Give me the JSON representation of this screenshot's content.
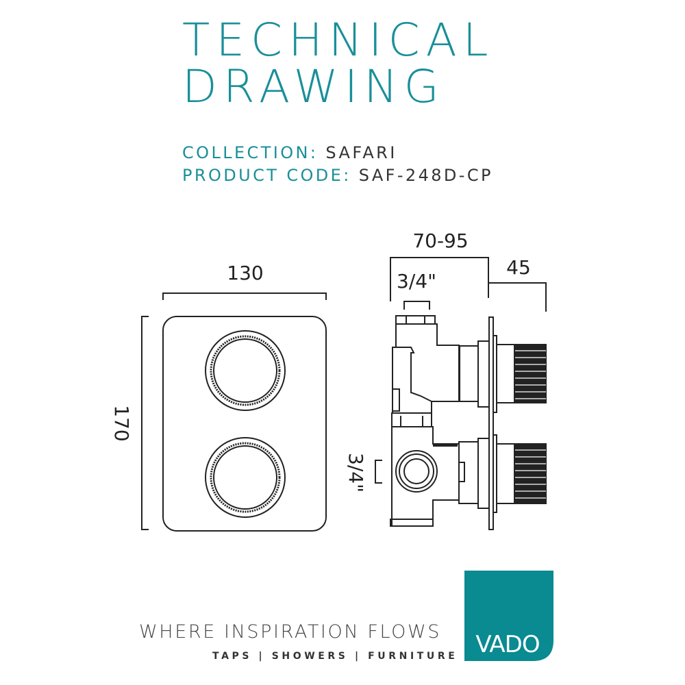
{
  "header": {
    "title_line1": "TECHNICAL",
    "title_line2": "DRAWING",
    "collection_label": "COLLECTION:",
    "collection_value": "SAFARI",
    "product_code_label": "PRODUCT CODE:",
    "product_code_value": "SAF-248D-CP"
  },
  "dimensions": {
    "width": "130",
    "height": "170",
    "depth_range": "70-95",
    "knob_depth": "45",
    "top_inlet": "3/4\"",
    "side_outlet": "3/4\""
  },
  "footer": {
    "tagline": "WHERE INSPIRATION FLOWS",
    "categories": "TAPS | SHOWERS | FURNITURE",
    "logo_text": "VADO"
  },
  "colors": {
    "accent": "#1a8f99",
    "logo": "#0a8a91"
  }
}
